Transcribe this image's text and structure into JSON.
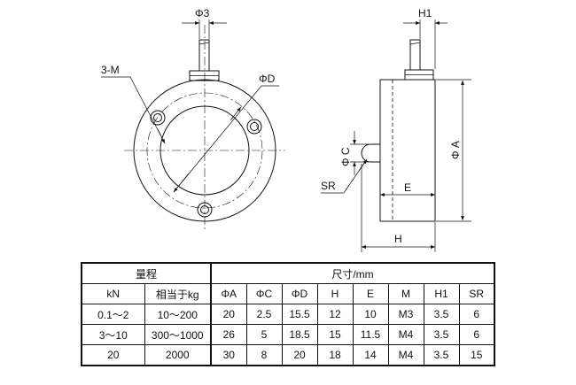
{
  "front_view": {
    "phi3_label": "Φ3",
    "m_label": "3-M",
    "phid_label": "ΦD"
  },
  "side_view": {
    "h1_label": "H1",
    "phic_label": "Φ C",
    "phia_label": "Φ A",
    "sr_label": "SR",
    "e_label": "E",
    "h_label": "H"
  },
  "table": {
    "header_range": "量程",
    "header_size": "尺寸/mm",
    "columns": [
      "kN",
      "相当于kg",
      "ΦA",
      "ΦC",
      "ΦD",
      "H",
      "E",
      "M",
      "H1",
      "SR"
    ],
    "rows": [
      [
        "0.1～2",
        "10～200",
        "20",
        "2.5",
        "15.5",
        "12",
        "10",
        "M3",
        "3.5",
        "6"
      ],
      [
        "3～10",
        "300～1000",
        "26",
        "5",
        "18.5",
        "15",
        "11.5",
        "M4",
        "3.5",
        "6"
      ],
      [
        "20",
        "2000",
        "30",
        "8",
        "20",
        "18",
        "14",
        "M4",
        "3.5",
        "15"
      ]
    ]
  }
}
